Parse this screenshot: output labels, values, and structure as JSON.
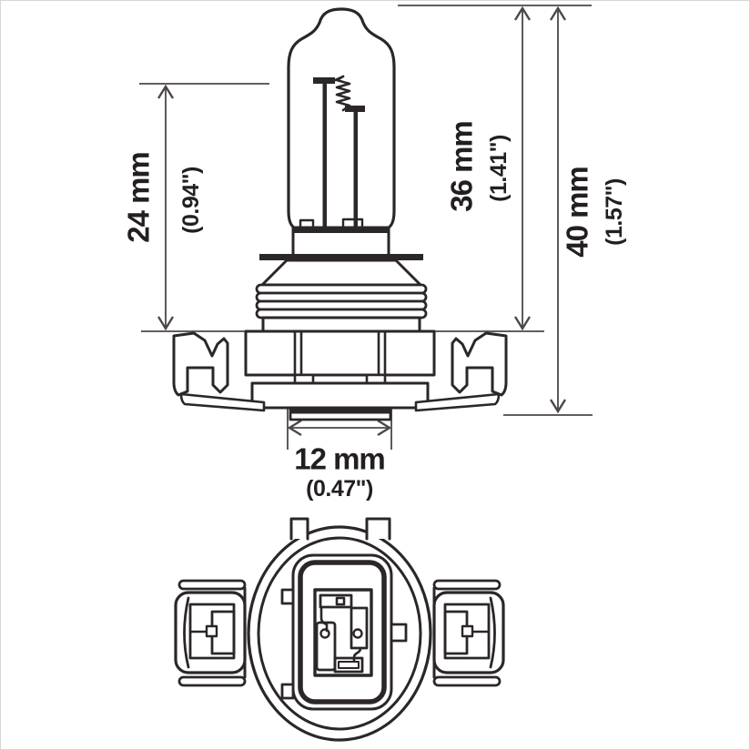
{
  "diagram": {
    "kind": "bulb-technical-drawing",
    "dimensions": {
      "filament_to_seat": {
        "metric": "24 mm",
        "imperial": "(0.94\")",
        "mm": 24,
        "inches": 0.94
      },
      "tip_to_seat": {
        "metric": "36 mm",
        "imperial": "(1.41\")",
        "mm": 36,
        "inches": 1.41
      },
      "overall_length": {
        "metric": "40 mm",
        "imperial": "(1.57\")",
        "mm": 40,
        "inches": 1.57
      },
      "base_width": {
        "metric": "12 mm",
        "imperial": "(0.47\")",
        "mm": 12,
        "inches": 0.47
      }
    },
    "colors": {
      "line": "#2b2728",
      "dimension_line": "#4c4748",
      "text": "#231f20",
      "background": "#ffffff",
      "frame": "#d6d6d6"
    }
  }
}
